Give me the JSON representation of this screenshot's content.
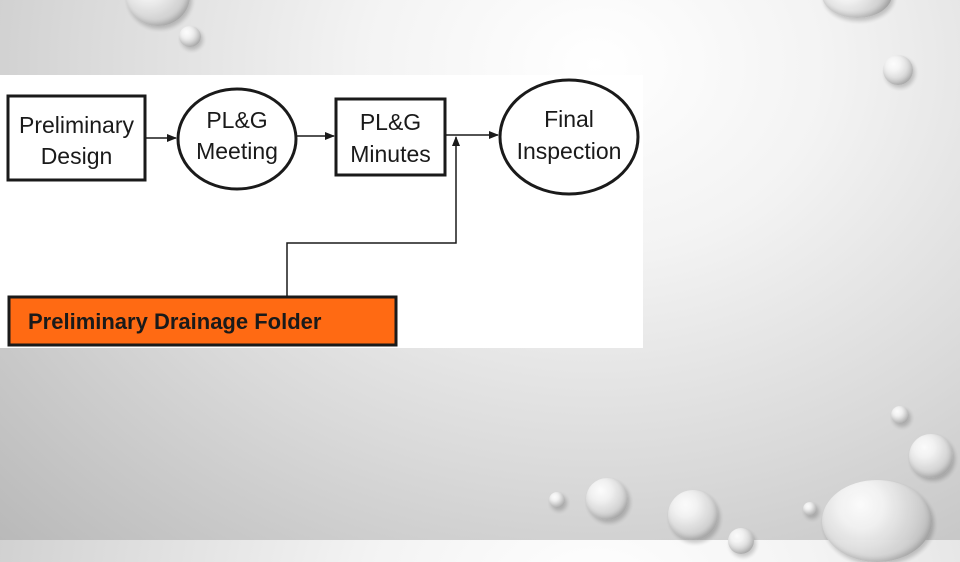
{
  "diagram": {
    "nodes": [
      {
        "id": "preliminary-design",
        "shape": "box",
        "lines": [
          "Preliminary",
          "Design"
        ]
      },
      {
        "id": "plg-meeting",
        "shape": "ellipse",
        "lines": [
          "PL&G",
          "Meeting"
        ]
      },
      {
        "id": "plg-minutes",
        "shape": "box",
        "lines": [
          "PL&G",
          "Minutes"
        ]
      },
      {
        "id": "final-inspection",
        "shape": "ellipse",
        "lines": [
          "Final",
          "Inspection"
        ]
      }
    ],
    "folder": {
      "label": "Preliminary Drainage Folder",
      "fill": "#ff6a13"
    },
    "edges": [
      {
        "from": "preliminary-design",
        "to": "plg-meeting"
      },
      {
        "from": "plg-meeting",
        "to": "plg-minutes"
      },
      {
        "from": "plg-minutes",
        "to": "final-inspection"
      },
      {
        "from": "preliminary-drainage-folder",
        "to": "plg-minutes/final-inspection"
      }
    ]
  }
}
